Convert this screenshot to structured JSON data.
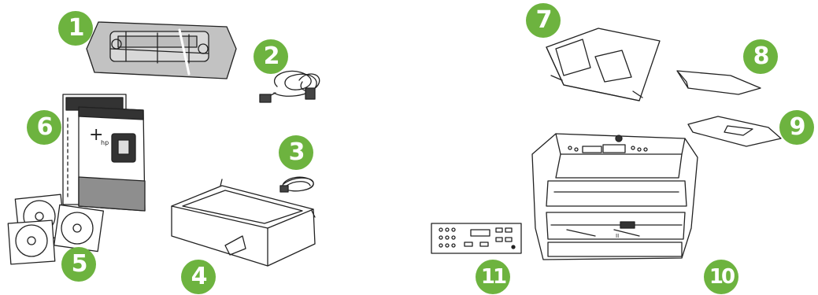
{
  "colors": {
    "badge": "#6db33f",
    "line": "#222222",
    "cartridge_shade": "#c2c2c2",
    "manual_shade": "#8e8e8e"
  },
  "callouts": [
    {
      "id": "toner-cartridge",
      "number": "1"
    },
    {
      "id": "power-cord",
      "number": "2"
    },
    {
      "id": "phone-cord",
      "number": "3"
    },
    {
      "id": "media-output-tray",
      "number": "4"
    },
    {
      "id": "software-cds",
      "number": "5"
    },
    {
      "id": "documentation",
      "number": "6"
    },
    {
      "id": "document-input-tray",
      "number": "7"
    },
    {
      "id": "output-support-a",
      "number": "8"
    },
    {
      "id": "output-support-b",
      "number": "9"
    },
    {
      "id": "printer",
      "number": "10"
    },
    {
      "id": "control-panel-overlay",
      "number": "11"
    }
  ],
  "manual": {
    "plus_glyph": "+",
    "brand": "hp"
  },
  "printer_label": "II"
}
